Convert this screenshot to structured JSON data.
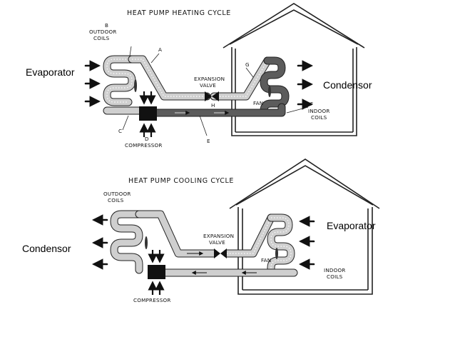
{
  "heating": {
    "title": "HEAT PUMP HEATING CYCLE",
    "outdoor_coils": [
      "B",
      "OUTDOOR",
      "COILS"
    ],
    "letter_a": "A",
    "letter_c": "C",
    "letter_d": "D",
    "letter_e": "E",
    "letter_f": "F",
    "letter_g": "G",
    "letter_h": "H",
    "expansion_valve": [
      "EXPANSION",
      "VALVE"
    ],
    "fan": "FAN",
    "indoor_coils": [
      "INDOOR",
      "COILS"
    ],
    "compressor": "COMPRESSOR",
    "left_label": "Evaporator",
    "right_label": "Condensor"
  },
  "cooling": {
    "title": "HEAT PUMP COOLING CYCLE",
    "outdoor_coils": [
      "OUTDOOR",
      "COILS"
    ],
    "expansion_valve": [
      "EXPANSION",
      "VALVE"
    ],
    "fan": "FAN",
    "indoor_coils": [
      "INDOOR",
      "COILS"
    ],
    "compressor": "COMPRESSOR",
    "left_label": "Condensor",
    "right_label": "Evaporator"
  }
}
